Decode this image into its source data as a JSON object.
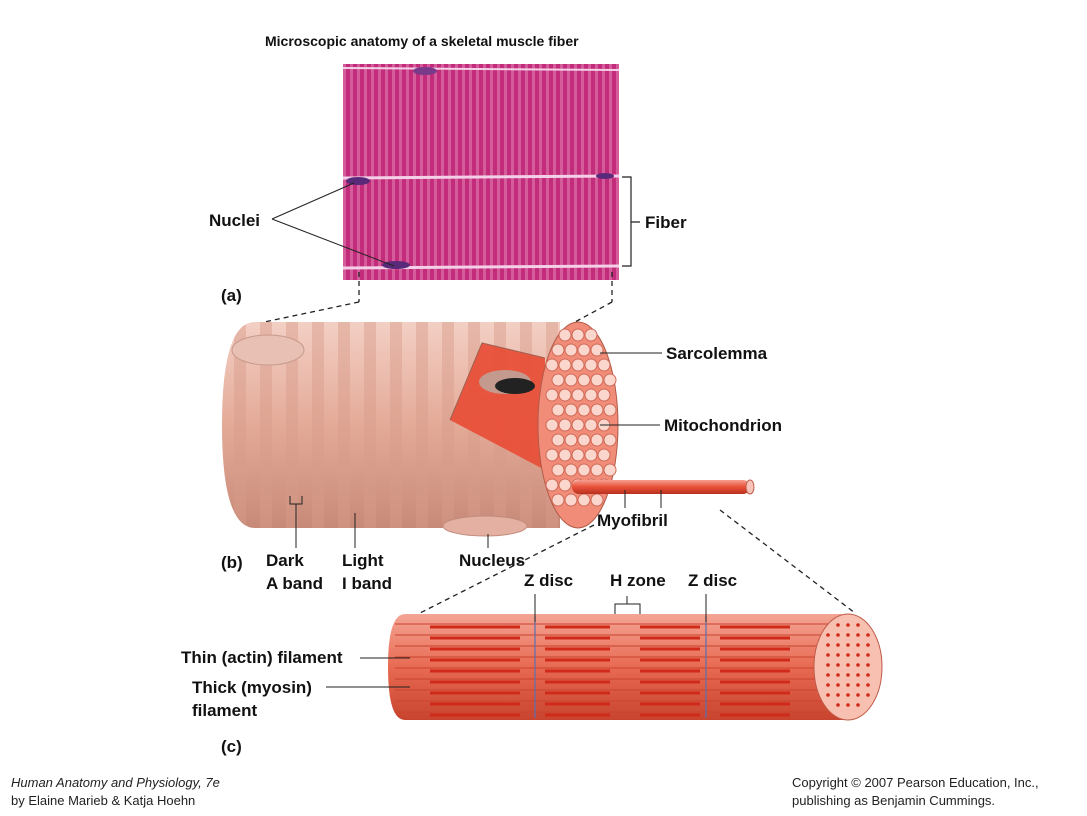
{
  "title": "Microscopic anatomy of a skeletal muscle fiber",
  "panels": {
    "a": "(a)",
    "b": "(b)",
    "c": "(c)"
  },
  "labels": {
    "nuclei": "Nuclei",
    "fiber": "Fiber",
    "sarcolemma": "Sarcolemma",
    "mitochondrion": "Mitochondrion",
    "myofibril": "Myofibril",
    "dark_line1": "Dark",
    "dark_line2": "A band",
    "light_line1": "Light",
    "light_line2": "I band",
    "nucleus": "Nucleus",
    "z_disc_left": "Z disc",
    "h_zone": "H zone",
    "z_disc_right": "Z disc",
    "thin_filament": "Thin (actin) filament",
    "thick_line1": "Thick (myosin)",
    "thick_line2": "filament"
  },
  "credits": {
    "book_title": "Human Anatomy and Physiology",
    "edition": ", 7e",
    "authors": "by Elaine Marieb & Katja Hoehn",
    "copyright": "Copyright © 2007 Pearson Education, Inc.,",
    "publisher": "publishing as Benjamin Cummings."
  },
  "colors": {
    "micrograph": "#c8307e",
    "fiber_skin": "#e8b4a6",
    "myofibril": "#e8503a",
    "filament": "#d83a2a",
    "leader": "#222222"
  }
}
